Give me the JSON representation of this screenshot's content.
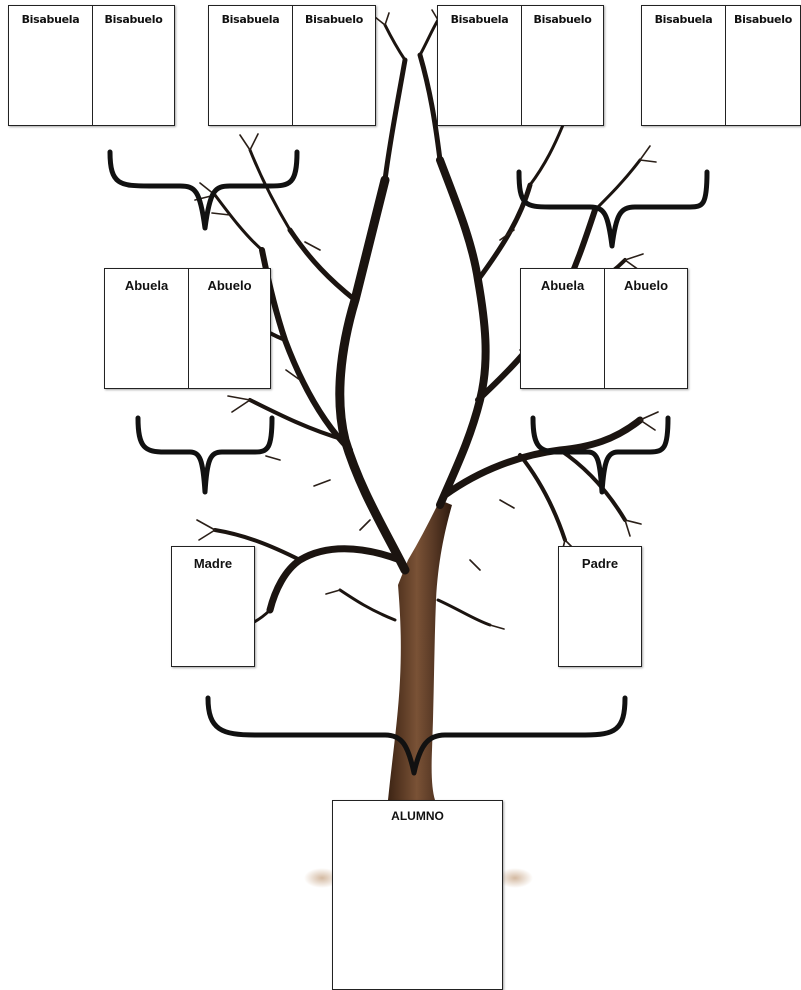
{
  "colors": {
    "background": "#ffffff",
    "box_border": "#222222",
    "bracket": "#111111",
    "branches": "#1b1410",
    "trunk": "#5a3a26",
    "trunk_highlight": "#8a6144"
  },
  "great_grandparents": [
    {
      "left": "Bisabuela",
      "right": "Bisabuelo"
    },
    {
      "left": "Bisabuela",
      "right": "Bisabuelo"
    },
    {
      "left": "Bisabuela",
      "right": "Bisabuelo"
    },
    {
      "left": "Bisabuela",
      "right": "Bisabuelo"
    }
  ],
  "grandparents": [
    {
      "left": "Abuela",
      "right": "Abuelo"
    },
    {
      "left": "Abuela",
      "right": "Abuelo"
    }
  ],
  "parents": {
    "mother": "Madre",
    "father": "Padre"
  },
  "student": "ALUMNO"
}
